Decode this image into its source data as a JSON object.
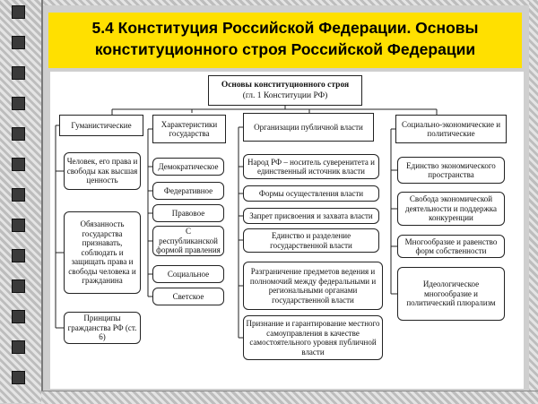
{
  "title": "5.4 Конституция Российской Федерации. Основы конституционного строя Российской Федерации",
  "root": {
    "line1": "Основы конституционного строя",
    "line2": "(гл. 1 Конституции РФ)"
  },
  "columns": [
    {
      "header": "Гуманистические",
      "items": [
        "Человек, его права и свободы как высшая ценность",
        "Обязанность государства признавать, соблюдать и защищать права и свободы человека и гражданина",
        "Принципы гражданства РФ (ст. 6)"
      ]
    },
    {
      "header": "Характеристики государства",
      "items": [
        "Демократическое",
        "Федеративное",
        "Правовое",
        "С республиканской формой правления",
        "Социальное",
        "Светское"
      ]
    },
    {
      "header": "Организации публичной власти",
      "items": [
        "Народ РФ – носитель суверенитета и единственный источник власти",
        "Формы осуществления власти",
        "Запрет присвоения и захвата власти",
        "Единство и разделение государственной власти",
        "Разграничение предметов ведения и полномочий между федеральными и региональными органами государственной власти",
        "Признание и гарантирование местного самоуправления в качестве самостоятельного уровня публичной власти"
      ]
    },
    {
      "header": "Социально-экономические и политические",
      "items": [
        "Единство экономического пространства",
        "Свобода экономической деятельности и поддержка конкуренции",
        "Многообразие и равенство форм собственности",
        "Идеологическое многообразие и политический плюрализм"
      ]
    }
  ]
}
